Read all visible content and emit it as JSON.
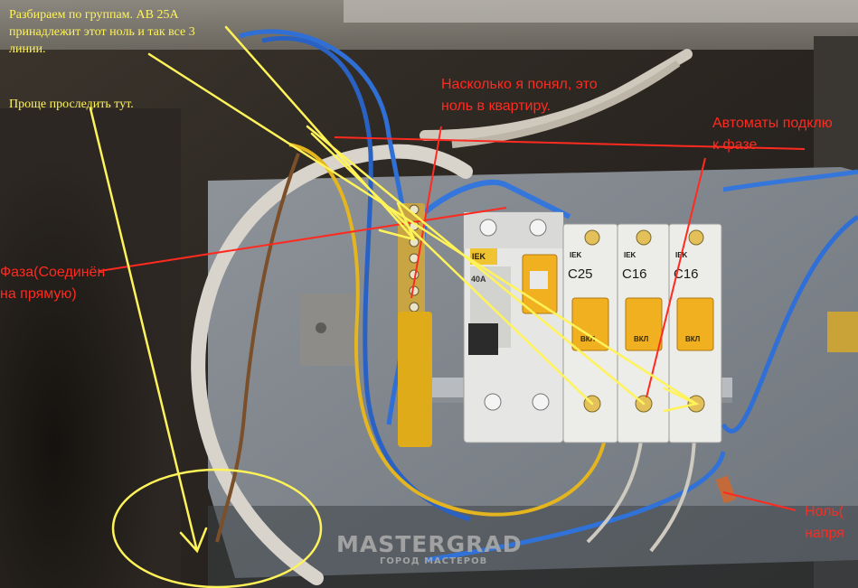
{
  "annotations": {
    "group_note": "Разбираем по группам. АВ 25А\nпринадлежит этот ноль и так все 3\nлинии.",
    "trace_note": "Проще проследить тут.",
    "neutral_note": "Насколько я понял, это\nноль в квартиру.",
    "breakers_note": "Автоматы подклю\nк фазе",
    "phase_note": "Фаза(Соединён\nна прямую)",
    "zero_note": "Ноль(\nнапря"
  },
  "devices": {
    "rcd_brand": "IEK",
    "rcd_rating": "40A",
    "breaker_brand": "IEK",
    "breakers": [
      {
        "rating": "C25",
        "switch_label": "ВКЛ"
      },
      {
        "rating": "C16",
        "switch_label": "ВКЛ"
      },
      {
        "rating": "C16",
        "switch_label": "ВКЛ"
      }
    ]
  },
  "watermark": {
    "title": "MASTERGRAD",
    "subtitle": "ГОРОД МАСТЕРОВ"
  },
  "colors": {
    "annotation_yellow": "#fff35a",
    "annotation_red": "#ff2a20",
    "wire_blue": "#2f6fd6",
    "wire_white": "#d8d4cc",
    "wire_yellow": "#e4b51e",
    "breaker_body": "#e8e8e6",
    "handle_yellow": "#f0b020"
  }
}
